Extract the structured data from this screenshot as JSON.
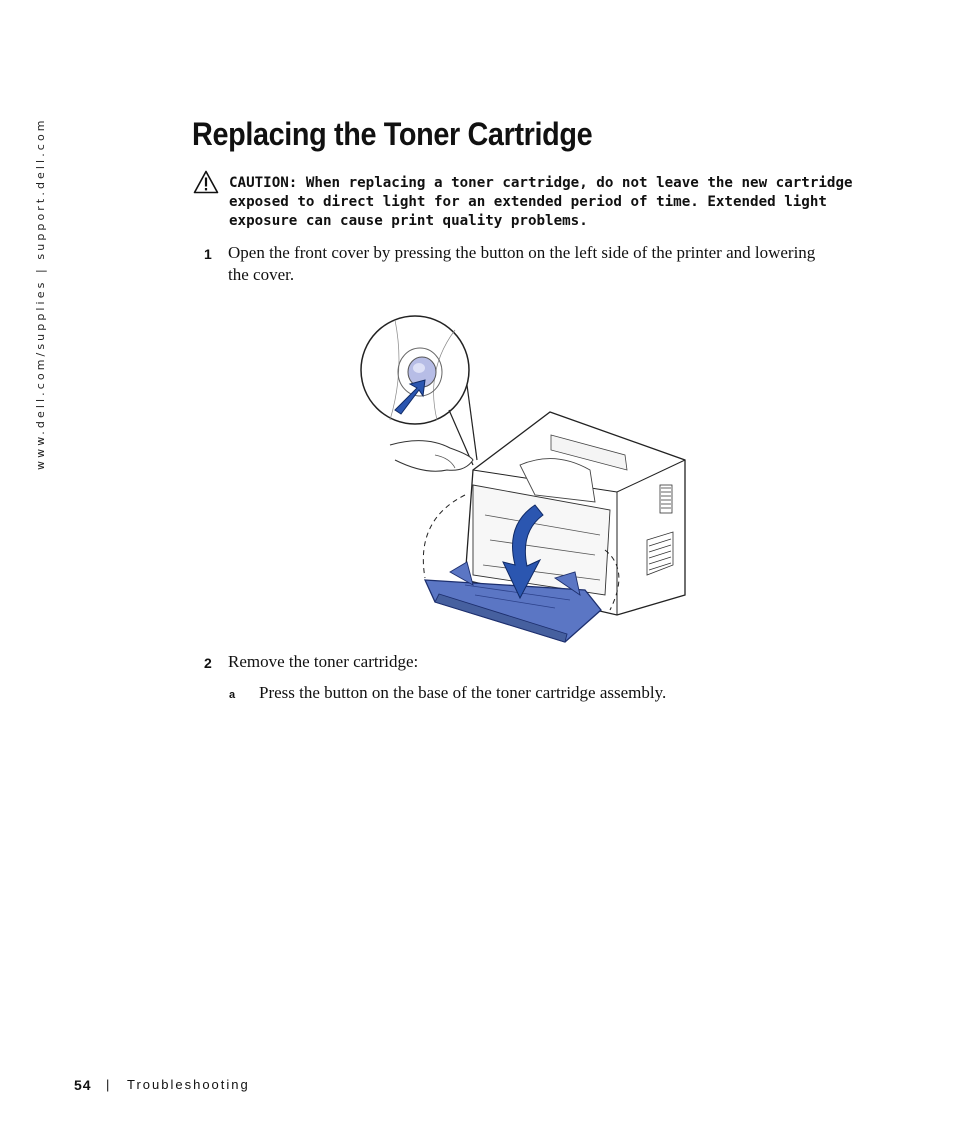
{
  "sidebar": {
    "url_text": "www.dell.com/supplies | support.dell.com"
  },
  "heading": {
    "title": "Replacing the Toner Cartridge"
  },
  "caution": {
    "icon": "warning-triangle-icon",
    "text": "CAUTION: When replacing a toner cartridge, do not leave the new cartridge exposed to direct light for an extended period of time. Extended light exposure can cause print quality problems."
  },
  "steps": [
    {
      "number": "1",
      "text": "Open the front cover by pressing the button on the left side of the printer and lowering the cover."
    },
    {
      "number": "2",
      "text": "Remove the toner cartridge:"
    }
  ],
  "substeps": [
    {
      "letter": "a",
      "text": "Press the button on the base of the toner cartridge assembly."
    }
  ],
  "figure": {
    "icon": "printer-front-cover-illustration",
    "accent": "#5b76c4",
    "arrow": "#2b56b0"
  },
  "footer": {
    "page_number": "54",
    "separator": "|",
    "section": "Troubleshooting"
  }
}
